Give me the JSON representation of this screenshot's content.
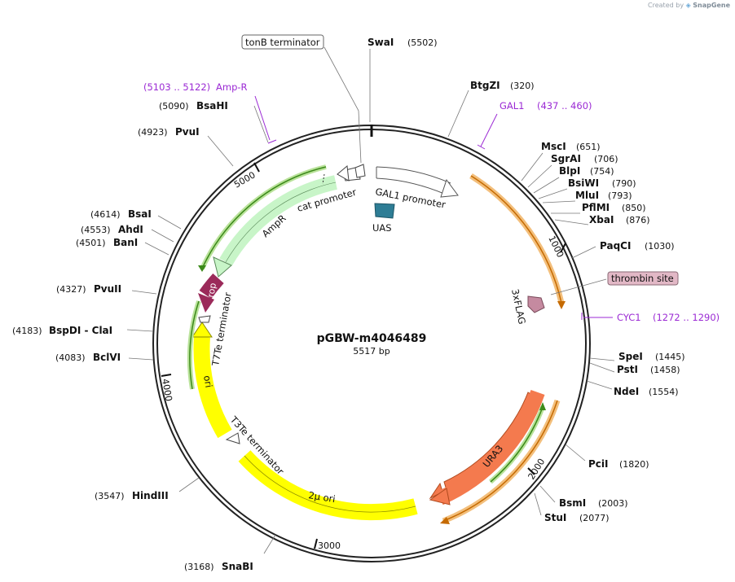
{
  "credit": {
    "created_by": "Created by",
    "app": "SnapGene"
  },
  "plasmid": {
    "name": "pGBW-m4046489",
    "length_label": "5517 bp",
    "length": 5517
  },
  "colors": {
    "ring": "#222222",
    "primer": "#9b2ad4",
    "orange": "#f0a23a",
    "green": "#4c9a2a",
    "ampr": "#c8f5c8",
    "rop": "#9b2a5a",
    "uas": "#2e7d95",
    "ori": "#ffff00",
    "ura3": "#f47a4e",
    "thrombin": "#e2b8c6",
    "flag": "#c58aa0"
  },
  "ticks": [
    {
      "bp": 1000,
      "label": "1000"
    },
    {
      "bp": 2000,
      "label": "2000"
    },
    {
      "bp": 3000,
      "label": "3000"
    },
    {
      "bp": 4000,
      "label": "4000"
    },
    {
      "bp": 5000,
      "label": "5000"
    }
  ],
  "sites": [
    {
      "name": "SwaI",
      "pos": "(5502)"
    },
    {
      "name": "BtgZI",
      "pos": "(320)"
    },
    {
      "name": "MscI",
      "pos": "(651)"
    },
    {
      "name": "SgrAI",
      "pos": "(706)"
    },
    {
      "name": "BlpI",
      "pos": "(754)"
    },
    {
      "name": "BsiWI",
      "pos": "(790)"
    },
    {
      "name": "MluI",
      "pos": "(793)"
    },
    {
      "name": "PflMI",
      "pos": "(850)"
    },
    {
      "name": "XbaI",
      "pos": "(876)"
    },
    {
      "name": "PaqCI",
      "pos": "(1030)"
    },
    {
      "name": "SpeI",
      "pos": "(1445)"
    },
    {
      "name": "PstI",
      "pos": "(1458)"
    },
    {
      "name": "NdeI",
      "pos": "(1554)"
    },
    {
      "name": "PciI",
      "pos": "(1820)"
    },
    {
      "name": "BsmI",
      "pos": "(2003)"
    },
    {
      "name": "StuI",
      "pos": "(2077)"
    },
    {
      "name": "SnaBI",
      "pos": "(3168)"
    },
    {
      "name": "HindIII",
      "pos": "(3547)"
    },
    {
      "name": "BclVI",
      "pos": "(4083)"
    },
    {
      "name": "BspDI - ClaI",
      "pos": "(4183)"
    },
    {
      "name": "PvuII",
      "pos": "(4327)"
    },
    {
      "name": "BanI",
      "pos": "(4501)"
    },
    {
      "name": "AhdI",
      "pos": "(4553)"
    },
    {
      "name": "BsaI",
      "pos": "(4614)"
    },
    {
      "name": "PvuI",
      "pos": "(4923)"
    },
    {
      "name": "BsaHI",
      "pos": "(5090)"
    }
  ],
  "primers": [
    {
      "name": "Amp-R",
      "range": "(5103 .. 5122)"
    },
    {
      "name": "GAL1",
      "range": "(437 .. 460)"
    },
    {
      "name": "CYC1",
      "range": "(1272 .. 1290)"
    }
  ],
  "features": {
    "tonb": "tonB terminator",
    "thrombin": "thrombin site",
    "gal1_promoter": "GAL1 promoter",
    "uas": "UAS",
    "flag": "3xFLAG",
    "cat_promoter": "cat promoter",
    "ampr": "AmpR",
    "rop": "rop",
    "t7te": "T7Te terminator",
    "ori": "ori",
    "t3te": "T3Te terminator",
    "two_micron": "2μ ori",
    "ura3": "URA3"
  }
}
